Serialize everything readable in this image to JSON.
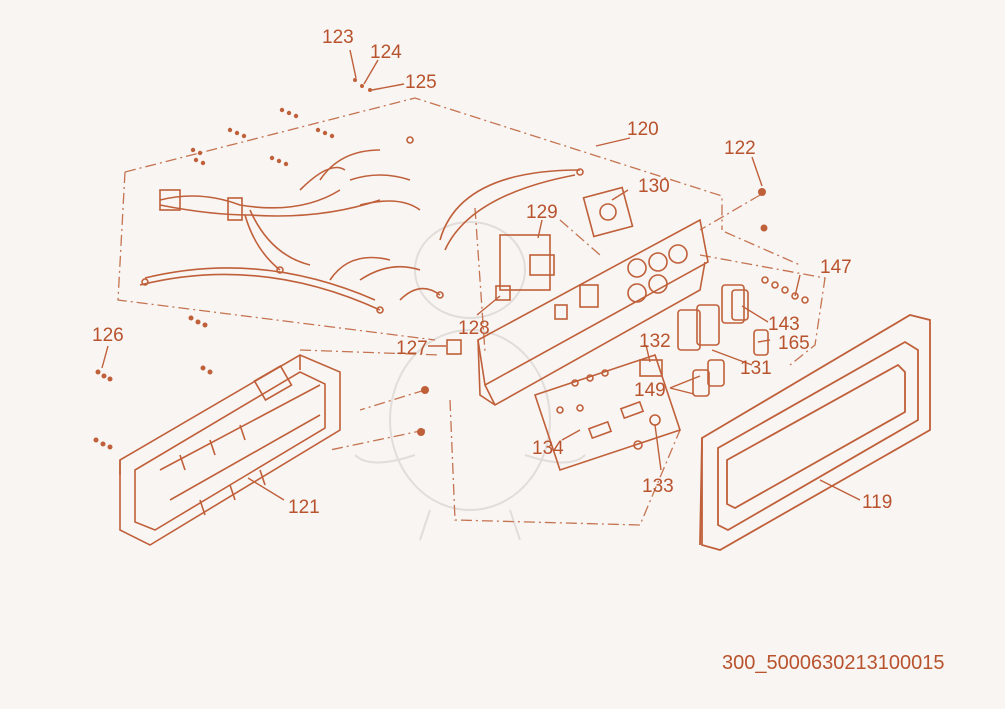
{
  "colors": {
    "background": "#f8f5f3",
    "line": "#c0603a",
    "label": "#b8532d",
    "dash": "#c57350",
    "watermark": "#e2ddd9"
  },
  "labels": {
    "p119": "119",
    "p120": "120",
    "p121": "121",
    "p122": "122",
    "p123": "123",
    "p124": "124",
    "p125": "125",
    "p126": "126",
    "p127": "127",
    "p128": "128",
    "p129": "129",
    "p130": "130",
    "p131": "131",
    "p132": "132",
    "p133": "133",
    "p134": "134",
    "p143": "143",
    "p147": "147",
    "p149": "149",
    "p165": "165"
  },
  "document_id": "300_5000630213100015"
}
